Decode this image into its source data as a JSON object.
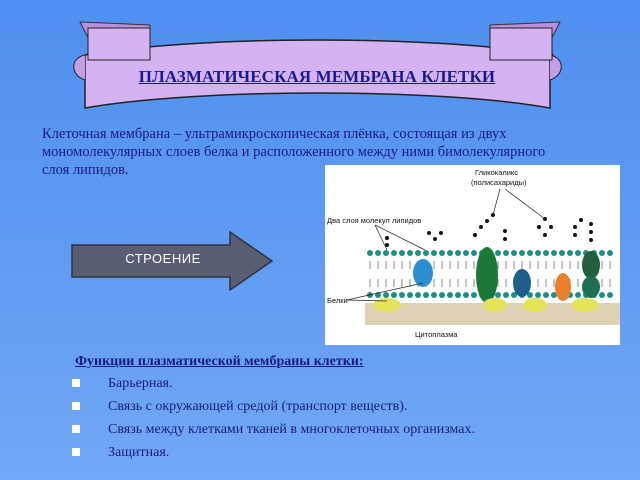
{
  "title": "ПЛАЗМАТИЧЕСКАЯ МЕМБРАНА КЛЕТКИ",
  "intro": {
    "line1": "Клеточная мембрана – ультрамикроскопическая плёнка, состоящая из двух",
    "line2": "мономолекулярных слоев белка и расположенного между ними бимолекулярного",
    "line3": "слоя липидов."
  },
  "structure_button": "СТРОЕНИЕ",
  "diagram": {
    "label_glycocalyx": "Гликокаликс",
    "label_polysaccharides": "(полисахариды)",
    "label_lipid_layers": "Два слоя молекул липидов",
    "label_proteins": "Белки",
    "label_cytoplasm": "Цитоплазма"
  },
  "functions": {
    "title": "Функции плазматической мембраны клетки:",
    "items": [
      "Барьерная.",
      "Связь с окружающей средой (транспорт веществ).",
      "Связь между клетками тканей в многоклеточных организмах.",
      "Защитная."
    ]
  },
  "colors": {
    "background": "#5f9bf3",
    "banner": "#d2aef0",
    "text": "#1a1a80",
    "arrow": "#555a70"
  }
}
